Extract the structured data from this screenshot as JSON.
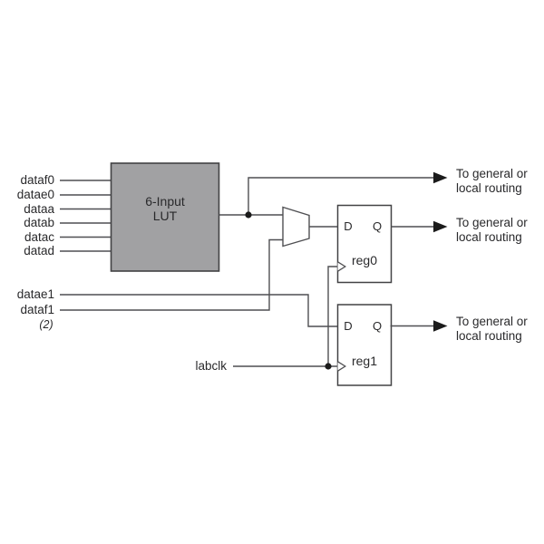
{
  "colors": {
    "background": "#ffffff",
    "wire": "#4f4f52",
    "box-stroke": "#424244",
    "lut-fill": "#a1a1a3",
    "text": "#29292b",
    "arrow": "#1b1b1b"
  },
  "lut": {
    "line1": "6-Input",
    "line2": "LUT"
  },
  "inputs": [
    "dataf0",
    "datae0",
    "dataa",
    "datab",
    "datac",
    "datad"
  ],
  "aux_inputs": {
    "datae1": "datae1",
    "dataf1": "dataf1",
    "note": "(2)"
  },
  "clock": {
    "label": "labclk"
  },
  "registers": {
    "reg0": {
      "name": "reg0",
      "d": "D",
      "q": "Q"
    },
    "reg1": {
      "name": "reg1",
      "d": "D",
      "q": "Q"
    }
  },
  "outputs": [
    {
      "line1": "To general or",
      "line2": "local routing"
    },
    {
      "line1": "To general or",
      "line2": "local routing"
    },
    {
      "line1": "To general or",
      "line2": "local routing"
    }
  ]
}
